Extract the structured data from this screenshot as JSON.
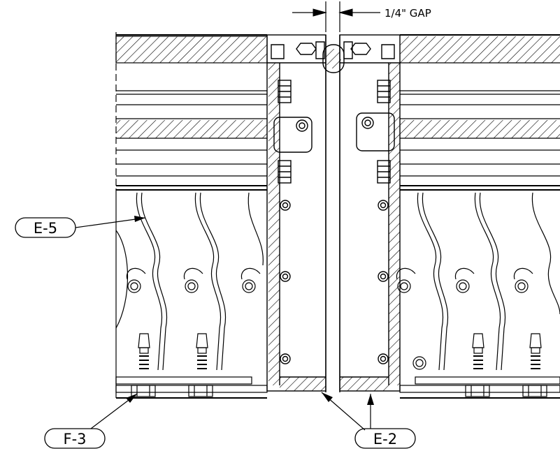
{
  "dimension": {
    "text": "1/4\" GAP"
  },
  "callouts": {
    "e5": "E-5",
    "f3": "F-3",
    "e2": "E-2"
  },
  "colors": {
    "line": "#000000",
    "background": "#ffffff"
  }
}
